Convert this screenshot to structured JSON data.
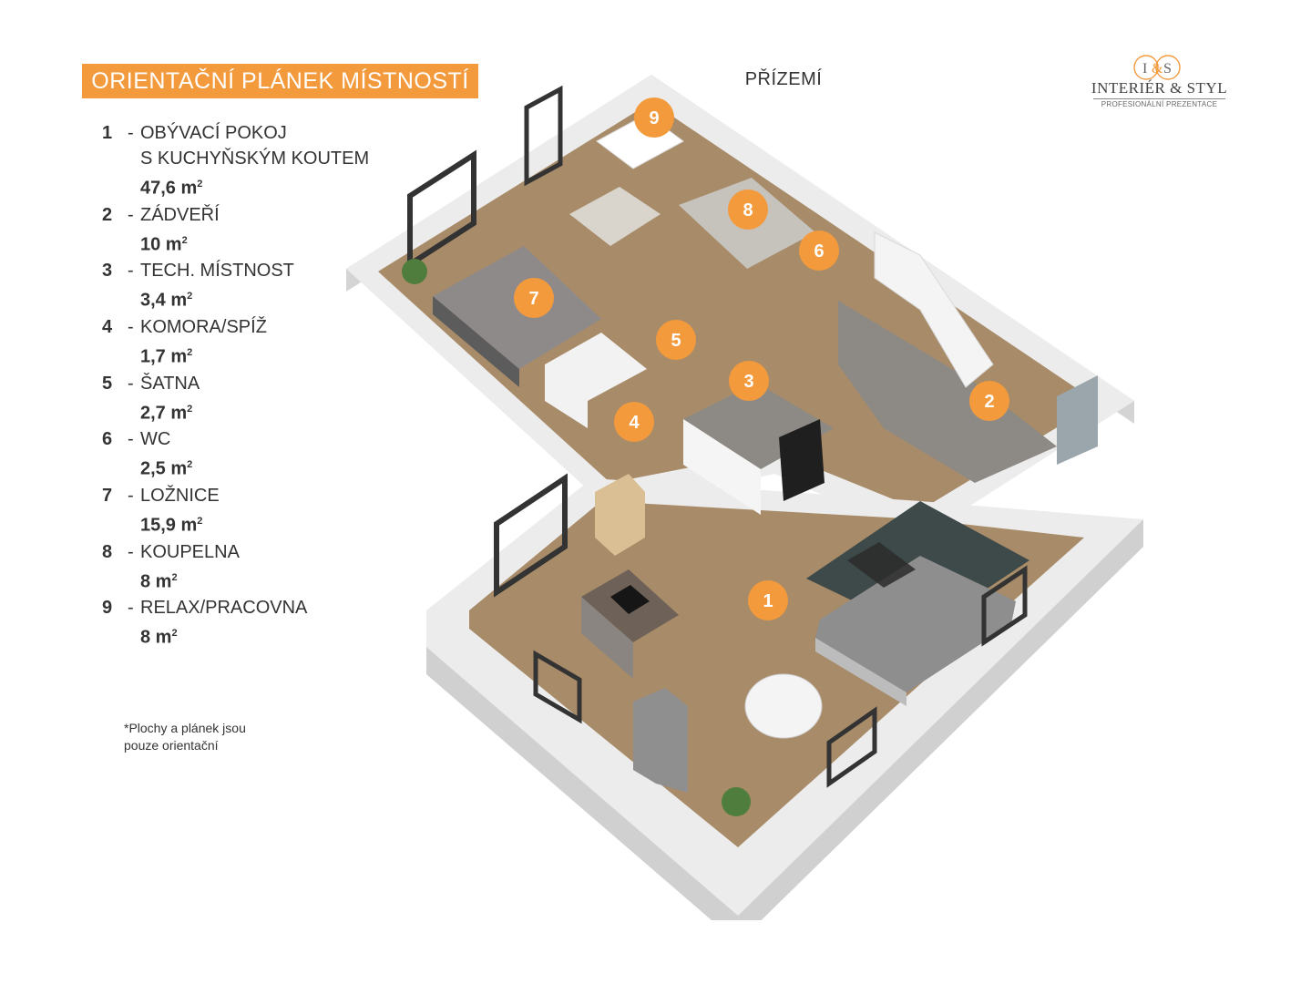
{
  "header": {
    "title": "ORIENTAČNÍ PLÁNEK MÍSTNOSTÍ",
    "floor": "PŘÍZEMÍ"
  },
  "logo": {
    "monogram": "I&S",
    "name": "INTERIÉR & STYL",
    "subtitle": "PROFESIONÁLNÍ PREZENTACE"
  },
  "rooms": [
    {
      "number": "1",
      "separator": "-",
      "name": "OBÝVACÍ POKOJ",
      "name_line2": "S KUCHYŇSKÝM KOUTEM",
      "area": "47,6 m",
      "unit_sup": "2"
    },
    {
      "number": "2",
      "separator": "-",
      "name": "ZÁDVEŘÍ",
      "area": "10 m",
      "unit_sup": "2"
    },
    {
      "number": "3",
      "separator": "-",
      "name": "TECH. MÍSTNOST",
      "area": "3,4 m",
      "unit_sup": "2"
    },
    {
      "number": "4",
      "separator": "-",
      "name": "KOMORA/SPÍŽ",
      "area": "1,7 m",
      "unit_sup": "2"
    },
    {
      "number": "5",
      "separator": "-",
      "name": "ŠATNA",
      "area": "2,7 m",
      "unit_sup": "2"
    },
    {
      "number": "6",
      "separator": "-",
      "name": "WC",
      "area": "2,5 m",
      "unit_sup": "2"
    },
    {
      "number": "7",
      "separator": "-",
      "name": "LOŽNICE",
      "area": "15,9 m",
      "unit_sup": "2"
    },
    {
      "number": "8",
      "separator": "-",
      "name": "KOUPELNA",
      "area": "8 m",
      "unit_sup": "2"
    },
    {
      "number": "9",
      "separator": "-",
      "name": "RELAX/PRACOVNA",
      "area": "8 m",
      "unit_sup": "2"
    }
  ],
  "footnote": {
    "line1": "*Plochy  a plánek jsou",
    "line2": "pouze orientační"
  },
  "plan_badges": [
    "9",
    "8",
    "6",
    "7",
    "5",
    "3",
    "2",
    "4",
    "1"
  ],
  "colors": {
    "accent": "#f39a3d",
    "wall": "#e8e8e8",
    "wood_floor": "#a88b68",
    "tile_floor": "#8d8a86"
  }
}
